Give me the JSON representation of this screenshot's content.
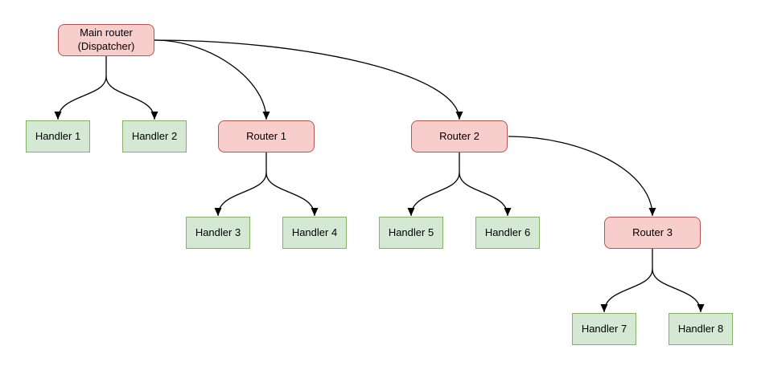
{
  "diagram": {
    "background_color": "#ffffff",
    "edge_color": "#000000",
    "node_styles": {
      "router": {
        "fill": "#f8cecc",
        "stroke": "#b85450",
        "shape": "rounded-rectangle"
      },
      "handler": {
        "fill": "#d5e8d4",
        "stroke": "#82b366",
        "shape": "rectangle"
      }
    },
    "nodes": [
      {
        "id": "main-router",
        "label": "Main router\n(Dispatcher)",
        "type": "router"
      },
      {
        "id": "handler-1",
        "label": "Handler 1",
        "type": "handler"
      },
      {
        "id": "handler-2",
        "label": "Handler 2",
        "type": "handler"
      },
      {
        "id": "router-1",
        "label": "Router 1",
        "type": "router"
      },
      {
        "id": "router-2",
        "label": "Router 2",
        "type": "router"
      },
      {
        "id": "handler-3",
        "label": "Handler 3",
        "type": "handler"
      },
      {
        "id": "handler-4",
        "label": "Handler 4",
        "type": "handler"
      },
      {
        "id": "handler-5",
        "label": "Handler 5",
        "type": "handler"
      },
      {
        "id": "handler-6",
        "label": "Handler 6",
        "type": "handler"
      },
      {
        "id": "router-3",
        "label": "Router 3",
        "type": "router"
      },
      {
        "id": "handler-7",
        "label": "Handler 7",
        "type": "handler"
      },
      {
        "id": "handler-8",
        "label": "Handler 8",
        "type": "handler"
      }
    ],
    "edges": [
      {
        "from": "main-router",
        "to": "handler-1"
      },
      {
        "from": "main-router",
        "to": "handler-2"
      },
      {
        "from": "main-router",
        "to": "router-1"
      },
      {
        "from": "main-router",
        "to": "router-2"
      },
      {
        "from": "router-1",
        "to": "handler-3"
      },
      {
        "from": "router-1",
        "to": "handler-4"
      },
      {
        "from": "router-2",
        "to": "handler-5"
      },
      {
        "from": "router-2",
        "to": "handler-6"
      },
      {
        "from": "router-2",
        "to": "router-3"
      },
      {
        "from": "router-3",
        "to": "handler-7"
      },
      {
        "from": "router-3",
        "to": "handler-8"
      }
    ]
  }
}
